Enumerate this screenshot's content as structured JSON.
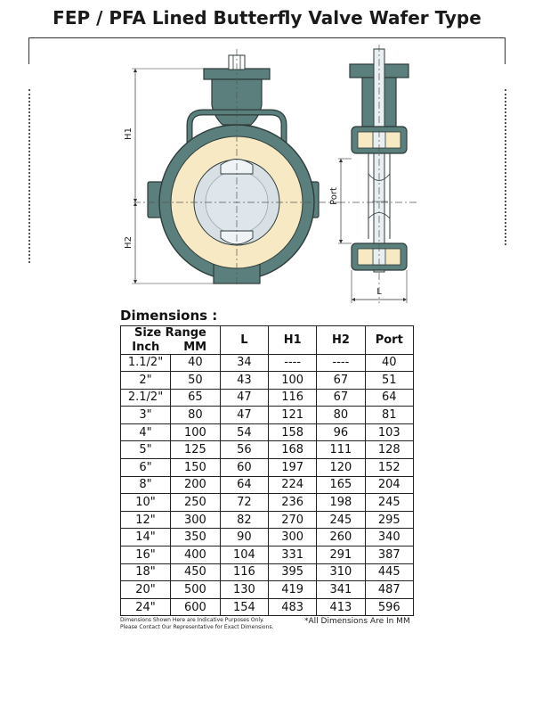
{
  "title": "FEP / PFA Lined Butterfly Valve Wafer Type",
  "drawing": {
    "label_h1": "H1",
    "label_h2": "H2",
    "label_port": "Port",
    "label_l": "L",
    "colors": {
      "body": "#5b7f7c",
      "lining": "#f7e9c4",
      "disc": "#d8e0e6",
      "outline": "#2d3b3a"
    }
  },
  "dimensions": {
    "heading": "Dimensions :",
    "headers": {
      "size_range": "Size Range",
      "inch": "Inch",
      "mm": "MM",
      "l": "L",
      "h1": "H1",
      "h2": "H2",
      "port": "Port"
    },
    "rows": [
      {
        "inch": "1.1/2\"",
        "mm": "40",
        "l": "34",
        "h1": "----",
        "h2": "----",
        "port": "40"
      },
      {
        "inch": "2\"",
        "mm": "50",
        "l": "43",
        "h1": "100",
        "h2": "67",
        "port": "51"
      },
      {
        "inch": "2.1/2\"",
        "mm": "65",
        "l": "47",
        "h1": "116",
        "h2": "67",
        "port": "64"
      },
      {
        "inch": "3\"",
        "mm": "80",
        "l": "47",
        "h1": "121",
        "h2": "80",
        "port": "81"
      },
      {
        "inch": "4\"",
        "mm": "100",
        "l": "54",
        "h1": "158",
        "h2": "96",
        "port": "103"
      },
      {
        "inch": "5\"",
        "mm": "125",
        "l": "56",
        "h1": "168",
        "h2": "111",
        "port": "128"
      },
      {
        "inch": "6\"",
        "mm": "150",
        "l": "60",
        "h1": "197",
        "h2": "120",
        "port": "152"
      },
      {
        "inch": "8\"",
        "mm": "200",
        "l": "64",
        "h1": "224",
        "h2": "165",
        "port": "204"
      },
      {
        "inch": "10\"",
        "mm": "250",
        "l": "72",
        "h1": "236",
        "h2": "198",
        "port": "245"
      },
      {
        "inch": "12\"",
        "mm": "300",
        "l": "82",
        "h1": "270",
        "h2": "245",
        "port": "295"
      },
      {
        "inch": "14\"",
        "mm": "350",
        "l": "90",
        "h1": "300",
        "h2": "260",
        "port": "340"
      },
      {
        "inch": "16\"",
        "mm": "400",
        "l": "104",
        "h1": "331",
        "h2": "291",
        "port": "387"
      },
      {
        "inch": "18\"",
        "mm": "450",
        "l": "116",
        "h1": "395",
        "h2": "310",
        "port": "445"
      },
      {
        "inch": "20\"",
        "mm": "500",
        "l": "130",
        "h1": "419",
        "h2": "341",
        "port": "487"
      },
      {
        "inch": "24\"",
        "mm": "600",
        "l": "154",
        "h1": "483",
        "h2": "413",
        "port": "596"
      }
    ],
    "note_left_1": "Dimensions Shown Here are Indicative Purposes Only.",
    "note_left_2": "Please Contact Our Representative for Exact Dimensions.",
    "note_right": "*All Dimensions Are In MM"
  }
}
